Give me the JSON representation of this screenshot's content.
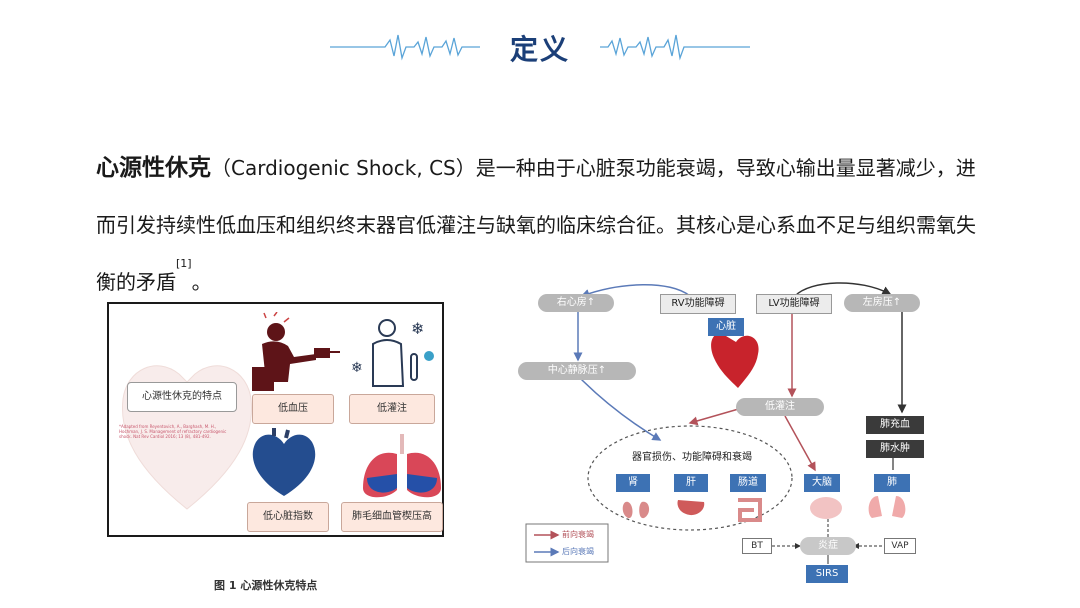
{
  "header": {
    "title": "定义"
  },
  "paragraph": {
    "term": "心源性休克",
    "text": "（Cardiogenic Shock, CS）是一种由于心脏泵功能衰竭，导致心输出量显著减少，进而引发持续性低血压和组织终末器官低灌注与缺氧的临床综合征。其核心是心系血不足与组织需氧失衡的矛盾",
    "ref": "[1]",
    "end": "。"
  },
  "figure1": {
    "center_label": "心源性休克的特点",
    "citation": "*Adapted from Reyentovich, A., Barghash, M. H., Hochman, J. S. Management of refractory cardiogenic shock. Nat Rev Cardiol 2016; 13 (8), 481-492.",
    "labels": [
      "低血压",
      "低灌注",
      "低心脏指数",
      "肺毛细血管楔压高"
    ],
    "caption": "图 1  心源性休克特点"
  },
  "figure2": {
    "nodes": {
      "ra": "右心房↑",
      "rv": "RV功能障碍",
      "lv": "LV功能障碍",
      "la": "左房压↑",
      "heart": "心脏",
      "cvp": "中心静脉压↑",
      "hypo": "低灌注",
      "pulm_congestion": "肺充血",
      "pulm_edema": "肺水肿",
      "organ_failure": "器官损伤、功能障碍和衰竭",
      "kidney": "肾",
      "liver": "肝",
      "gut": "肠道",
      "brain": "大脑",
      "lung": "肺",
      "bt": "BT",
      "inflammation": "炎症",
      "vap": "VAP",
      "sirs": "SIRS"
    },
    "legend": {
      "forward": "前向衰竭",
      "backward": "后向衰竭"
    },
    "colors": {
      "forward": "#b3525a",
      "backward": "#5b7ab8"
    }
  }
}
